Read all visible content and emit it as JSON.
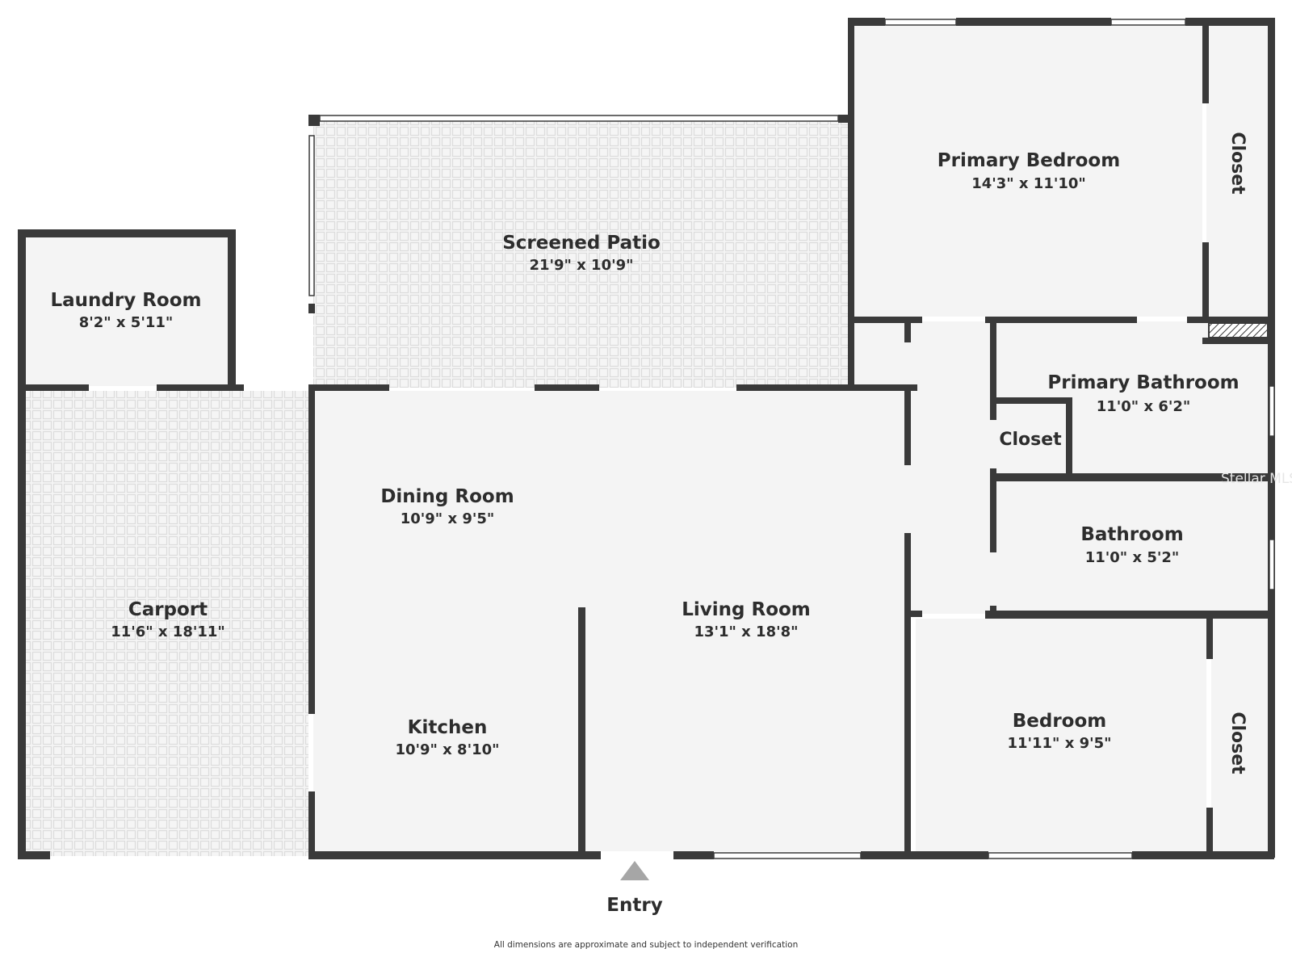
{
  "rooms": {
    "primary_bedroom": {
      "name": "Primary Bedroom",
      "dims": "14'3\" x 11'10\""
    },
    "screened_patio": {
      "name": "Screened Patio",
      "dims": "21'9\" x 10'9\""
    },
    "laundry_room": {
      "name": "Laundry Room",
      "dims": "8'2\" x 5'11\""
    },
    "primary_bathroom": {
      "name": "Primary Bathroom",
      "dims": "11'0\" x 6'2\""
    },
    "dining_room": {
      "name": "Dining Room",
      "dims": "10'9\" x 9'5\""
    },
    "bathroom": {
      "name": "Bathroom",
      "dims": "11'0\" x 5'2\""
    },
    "carport": {
      "name": "Carport",
      "dims": "11'6\" x 18'11\""
    },
    "living_room": {
      "name": "Living Room",
      "dims": "13'1\" x 18'8\""
    },
    "kitchen": {
      "name": "Kitchen",
      "dims": "10'9\" x 8'10\""
    },
    "bedroom": {
      "name": "Bedroom",
      "dims": "11'11\" x 9'5\""
    }
  },
  "closets": {
    "primary_closet": "Closet",
    "hall_closet": "Closet",
    "bedroom_closet": "Closet"
  },
  "entry": {
    "label": "Entry"
  },
  "footer": {
    "note": "All dimensions are approximate and subject to independent verification"
  },
  "watermark": "Stellar MLS",
  "colors": {
    "wall": "#3a3a3a",
    "floor": "#f4f4f4",
    "tile_line": "#e0e0e0",
    "entry_marker": "#a6a6a6"
  }
}
